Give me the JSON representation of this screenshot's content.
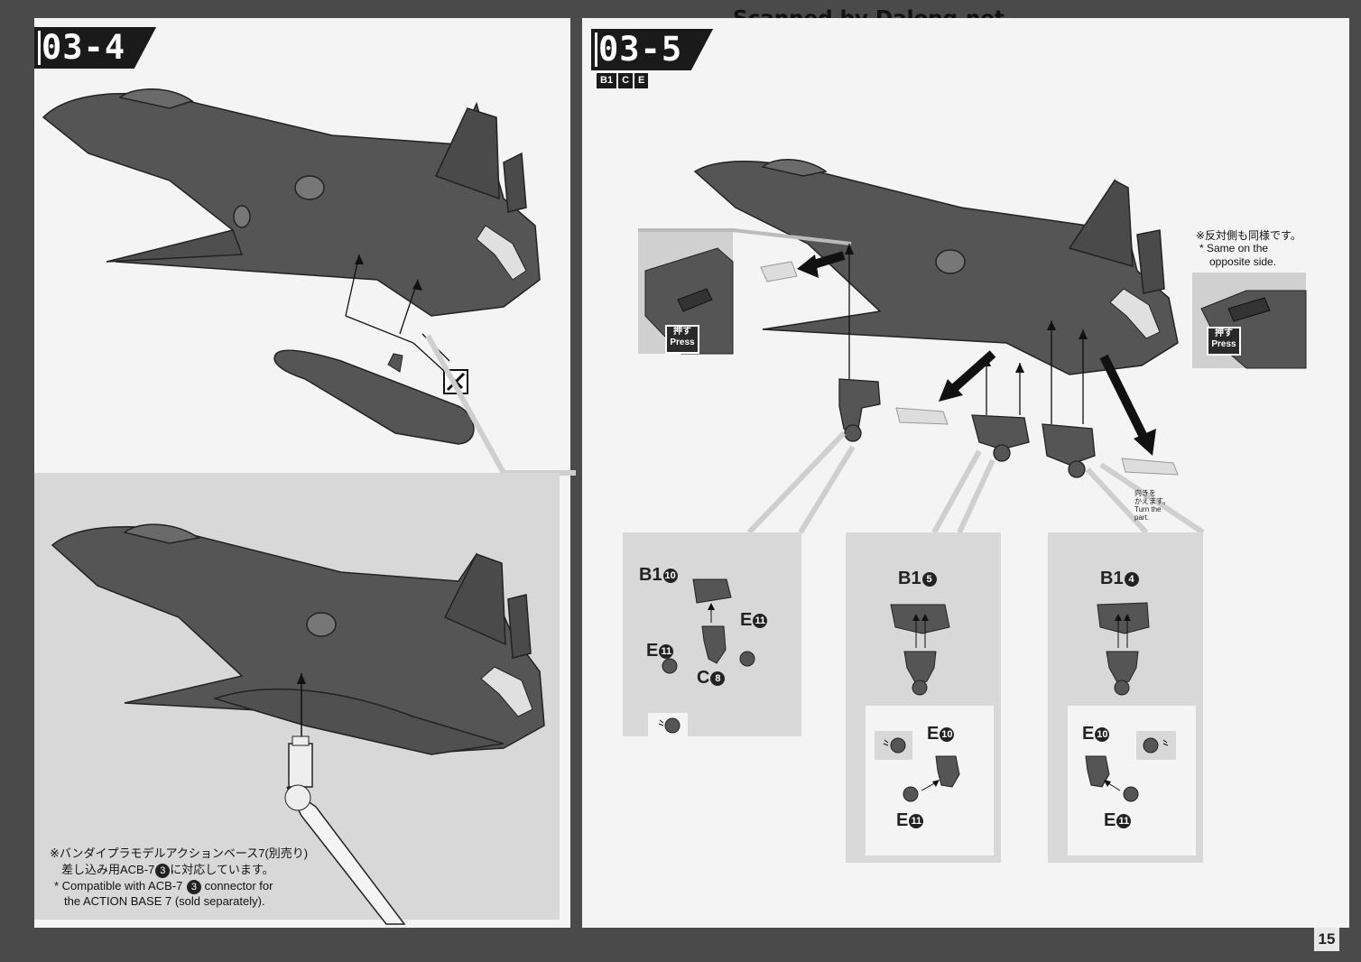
{
  "header": {
    "scanned_by": "Scanned by Dalong.net"
  },
  "left_page": {
    "step": "03-4",
    "cutter_icon": "nipper-icon",
    "note_ja_1": "※バンダイプラモデルアクションベース7(別売り)",
    "note_ja_2": "差し込み用ACB-7",
    "note_ja_2_num": "3",
    "note_ja_2_end": "に対応しています。",
    "note_en_1": "* Compatible with ACB-7",
    "note_en_1_num": "3",
    "note_en_1_end": "connector for",
    "note_en_2": "the ACTION BASE 7 (sold separately)."
  },
  "right_page": {
    "step": "03-5",
    "parts_tags": [
      "B1",
      "C",
      "E"
    ],
    "press_ja": "押す",
    "press_en": "Press",
    "opposite_ja": "※反対側も同様です。",
    "opposite_en_1": "* Same on the",
    "opposite_en_2": "opposite side.",
    "turn_ja_1": "向きを",
    "turn_ja_2": "かえます。",
    "turn_en_1": "Turn the",
    "turn_en_2": "part.",
    "box1": {
      "b_label": "B1",
      "b_num": "10",
      "e1_label": "E",
      "e1_num": "11",
      "e2_label": "E",
      "e2_num": "11",
      "c_label": "C",
      "c_num": "8"
    },
    "box2": {
      "b_label": "B1",
      "b_num": "5",
      "e_top_label": "E",
      "e_top_num": "10",
      "e_bot_label": "E",
      "e_bot_num": "11"
    },
    "box3": {
      "b_label": "B1",
      "b_num": "4",
      "e_top_label": "E",
      "e_top_num": "10",
      "e_bot_label": "E",
      "e_bot_num": "11"
    }
  },
  "page_number": "15"
}
